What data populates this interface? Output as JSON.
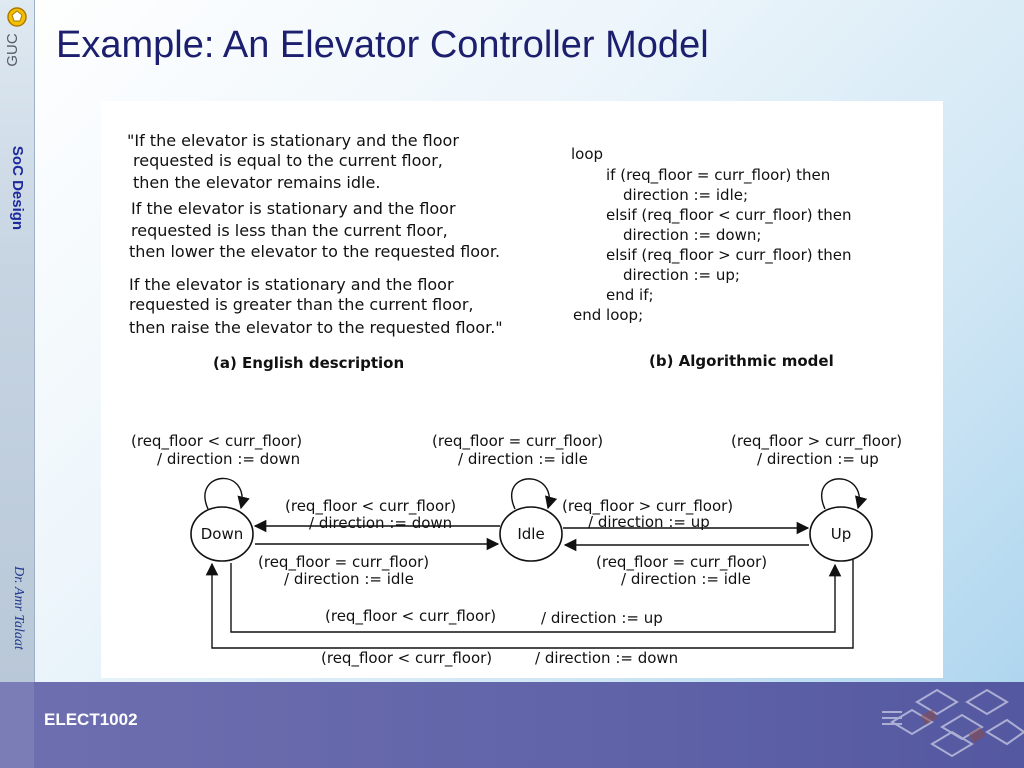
{
  "slide": {
    "title": "Example: An Elevator Controller Model",
    "logo_text": "GUC",
    "course_name": "SoC Design",
    "author": "Dr. Amr Talaat",
    "course_code": "ELECT1002"
  },
  "figure": {
    "english": {
      "lines": [
        "\"If the elevator is stationary and the floor",
        "requested  is equal to the current floor,",
        "then the elevator remains idle.",
        "If the elevator is stationary and the floor",
        "requested  is less than the current floor,",
        "then lower the elevator to the requested floor.",
        "If the elevator is stationary and the floor",
        "requested  is greater than the current floor,",
        "then raise the elevator to the requested floor.\""
      ],
      "caption": "(a) English description"
    },
    "algorithmic": {
      "lines": [
        "loop",
        "if (req_floor = curr_floor) then",
        "direction := idle;",
        "elsif (req_floor < curr_floor) then",
        "direction := down;",
        "elsif  (req_floor > curr_floor) then",
        "direction := up;",
        "end if;",
        "end loop;"
      ],
      "caption": "(b) Algorithmic model"
    },
    "fsm": {
      "states": {
        "down": "Down",
        "idle": "Idle",
        "up": "Up"
      },
      "labels": {
        "down_self_cond": "(req_floor < curr_floor)",
        "down_self_act": "/  direction := down",
        "idle_self_cond": "(req_floor = curr_floor)",
        "idle_self_act": "/  direction := idle",
        "up_self_cond": "(req_floor > curr_floor)",
        "up_self_act": "/  direction := up",
        "idle_to_down_cond": "(req_floor < curr_floor)",
        "idle_to_down_act": "/  direction := down",
        "idle_to_up_cond": "(req_floor > curr_floor)",
        "idle_to_up_act": "/  direction := up",
        "down_to_idle_cond": "(req_floor = curr_floor)",
        "down_to_idle_act": "/  direction := idle",
        "up_to_idle_cond": "(req_floor = curr_floor)",
        "up_to_idle_act": "/  direction := idle",
        "down_to_up_cond": "(req_floor < curr_floor)",
        "down_to_up_act": "/  direction := up",
        "up_to_down_cond": "(req_floor < curr_floor)",
        "up_to_down_act": "/  direction := down"
      }
    }
  }
}
